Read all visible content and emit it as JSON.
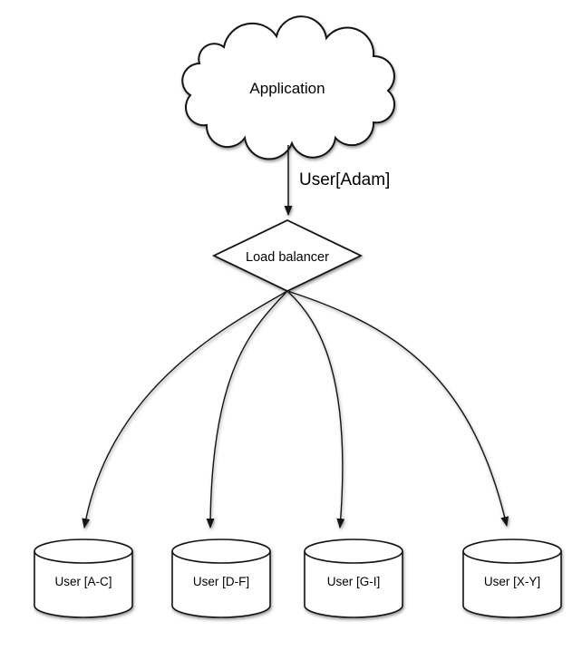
{
  "diagram": {
    "type": "flow-diagram",
    "background_color": "#ffffff",
    "stroke_color": "#141414",
    "shape_fill_color": "#ffffff",
    "text_color": "#000000",
    "nodes": {
      "application": {
        "label": "Application",
        "shape": "cloud"
      },
      "load_balancer": {
        "label": "Load balancer",
        "shape": "diamond"
      },
      "shards": [
        {
          "label": "User [A-C]",
          "shape": "cylinder"
        },
        {
          "label": "User [D-F]",
          "shape": "cylinder"
        },
        {
          "label": "User [G-I]",
          "shape": "cylinder"
        },
        {
          "label": "User [X-Y]",
          "shape": "cylinder"
        }
      ]
    },
    "edges": {
      "app_to_lb": {
        "label": "User[Adam]"
      }
    }
  }
}
